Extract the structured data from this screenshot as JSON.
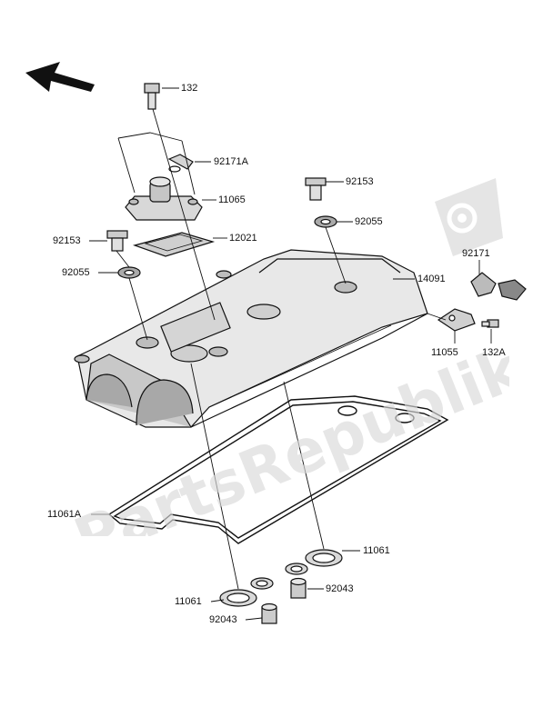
{
  "watermark": {
    "text": "PartsRepublik"
  },
  "parts": [
    {
      "id": "132",
      "label": "132"
    },
    {
      "id": "92171A",
      "label": "92171A"
    },
    {
      "id": "11065",
      "label": "11065"
    },
    {
      "id": "92153_a",
      "label": "92153"
    },
    {
      "id": "92055_a",
      "label": "92055"
    },
    {
      "id": "12021",
      "label": "12021"
    },
    {
      "id": "92153_b",
      "label": "92153"
    },
    {
      "id": "92055_b",
      "label": "92055"
    },
    {
      "id": "14091",
      "label": "14091"
    },
    {
      "id": "92171",
      "label": "92171"
    },
    {
      "id": "11055",
      "label": "11055"
    },
    {
      "id": "132A",
      "label": "132A"
    },
    {
      "id": "11061A",
      "label": "11061A"
    },
    {
      "id": "11061_a",
      "label": "11061"
    },
    {
      "id": "92043_a",
      "label": "92043"
    },
    {
      "id": "11061_b",
      "label": "11061"
    },
    {
      "id": "92043_b",
      "label": "92043"
    }
  ],
  "colors": {
    "line": "#111111",
    "part_fill": "#e6e6e6",
    "shade": "#b5b5b5",
    "watermark": "#d9d9d9"
  }
}
